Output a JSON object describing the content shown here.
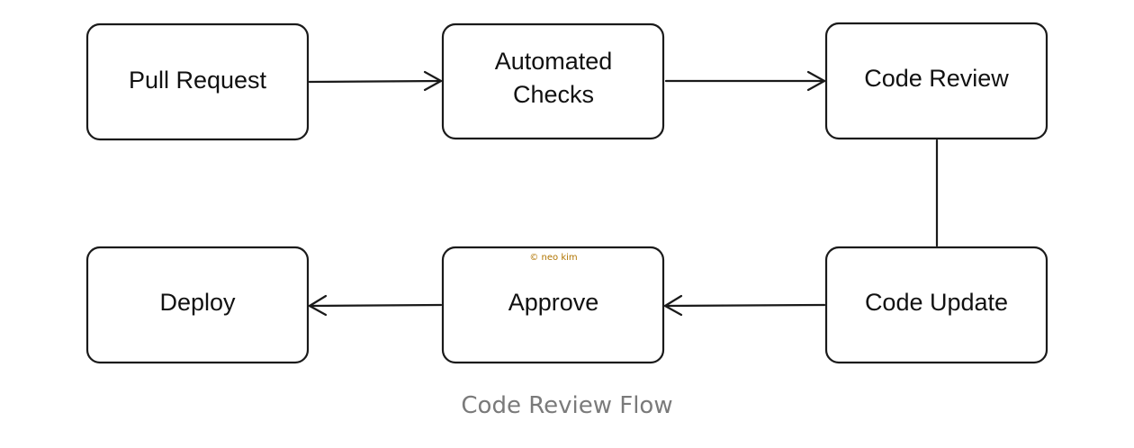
{
  "diagram": {
    "nodes": {
      "pull_request": "Pull Request",
      "automated_checks": [
        "Automated",
        "Checks"
      ],
      "code_review": "Code Review",
      "code_update": "Code Update",
      "approve": "Approve",
      "deploy": "Deploy"
    },
    "edges": [
      {
        "from": "Pull Request",
        "to": "Automated Checks"
      },
      {
        "from": "Automated Checks",
        "to": "Code Review"
      },
      {
        "from": "Code Review",
        "to": "Code Update"
      },
      {
        "from": "Code Update",
        "to": "Approve"
      },
      {
        "from": "Approve",
        "to": "Deploy"
      }
    ],
    "watermark": "© neo kim",
    "caption": "Code Review Flow"
  }
}
